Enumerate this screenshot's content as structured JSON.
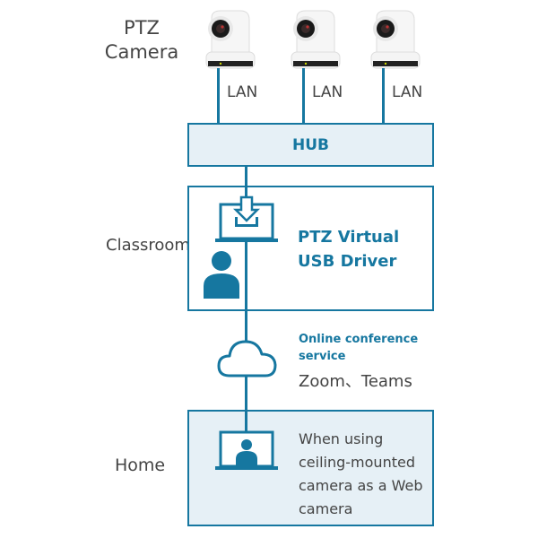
{
  "diagram": {
    "title_label": "PTZ\nCamera",
    "title_line1": "PTZ",
    "title_line2": "Camera",
    "cameras": [
      {
        "icon": "ptz-camera-icon",
        "link_label": "LAN"
      },
      {
        "icon": "ptz-camera-icon",
        "link_label": "LAN"
      },
      {
        "icon": "ptz-camera-icon",
        "link_label": "LAN"
      }
    ],
    "hub": {
      "label": "HUB"
    },
    "classroom": {
      "side_label": "Classroom",
      "title_line1": "PTZ Virtual",
      "title_line2": "USB Driver",
      "icons": [
        "laptop-download-icon",
        "person-icon"
      ]
    },
    "cloud": {
      "icon": "cloud-icon",
      "heading_line1": "Online conference",
      "heading_line2": "service",
      "services": "Zoom、Teams"
    },
    "home": {
      "side_label": "Home",
      "icons": [
        "laptop-video-call-icon"
      ],
      "desc_lines": [
        "When using",
        "ceiling-mounted",
        "camera as a Web",
        "camera"
      ]
    },
    "colors": {
      "accent": "#1677a0",
      "box_fill": "#e6f0f6",
      "text": "#444444"
    }
  }
}
